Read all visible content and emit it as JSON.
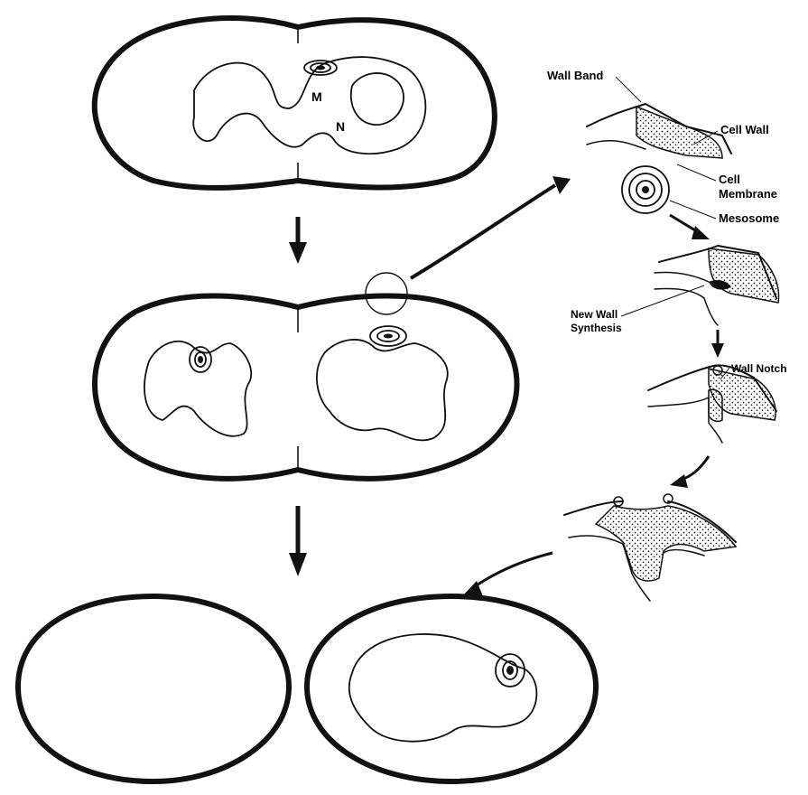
{
  "labels": {
    "m": "M",
    "n": "N",
    "wall_band": "Wall Band",
    "cell_wall": "Cell Wall",
    "cell_membrane_1": "Cell",
    "cell_membrane_2": "Membrane",
    "mesosome": "Mesosome",
    "new_wall_1": "New Wall",
    "new_wall_2": "Synthesis",
    "wall_notch": "Wall Notch"
  },
  "colors": {
    "ink": "#111111",
    "background": "#ffffff"
  }
}
